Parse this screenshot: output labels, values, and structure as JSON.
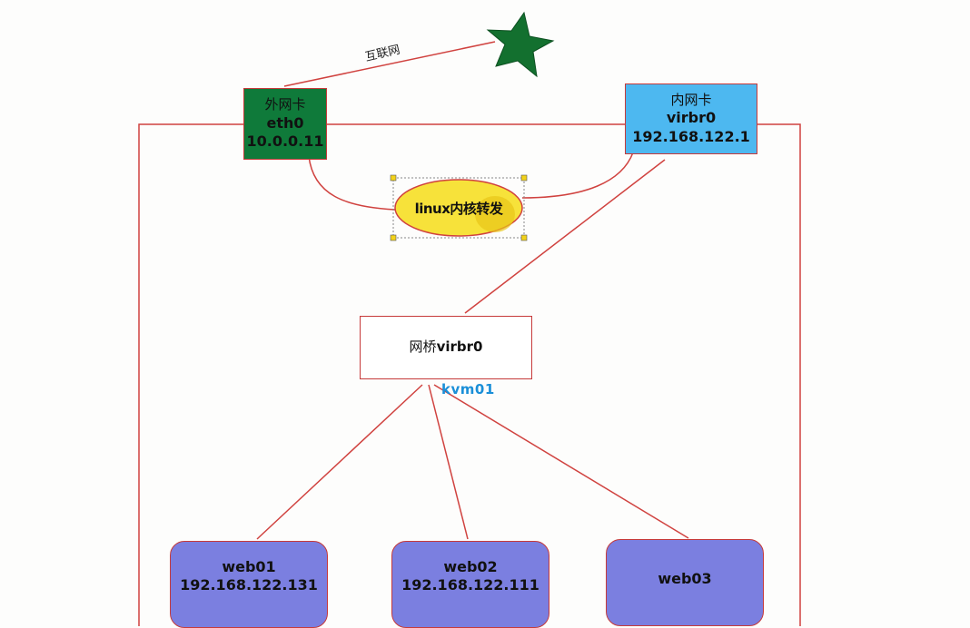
{
  "internet": {
    "label": "互联网",
    "icon": "star-icon",
    "color": "#13702f"
  },
  "external_nic": {
    "title": "外网卡",
    "name": "eth0",
    "ip": "10.0.0.11",
    "color": "#0f7a3a"
  },
  "internal_nic": {
    "title": "内网卡",
    "name": "virbr0",
    "ip": "192.168.122.1",
    "color": "#4db8f0"
  },
  "kernel": {
    "label": "linux内核转发",
    "color": "#f7e23a"
  },
  "bridge": {
    "prefix": "网桥",
    "name": "virbr0"
  },
  "host": {
    "label": "kvm01",
    "color": "#1a8fd8"
  },
  "vms": [
    {
      "name": "web01",
      "ip": "192.168.122.131"
    },
    {
      "name": "web02",
      "ip": "192.168.122.111"
    },
    {
      "name": "web03",
      "ip": ""
    }
  ],
  "colors": {
    "line": "#d0423f",
    "vm_fill": "#7b7fe0",
    "handle": "#f2d21a"
  }
}
